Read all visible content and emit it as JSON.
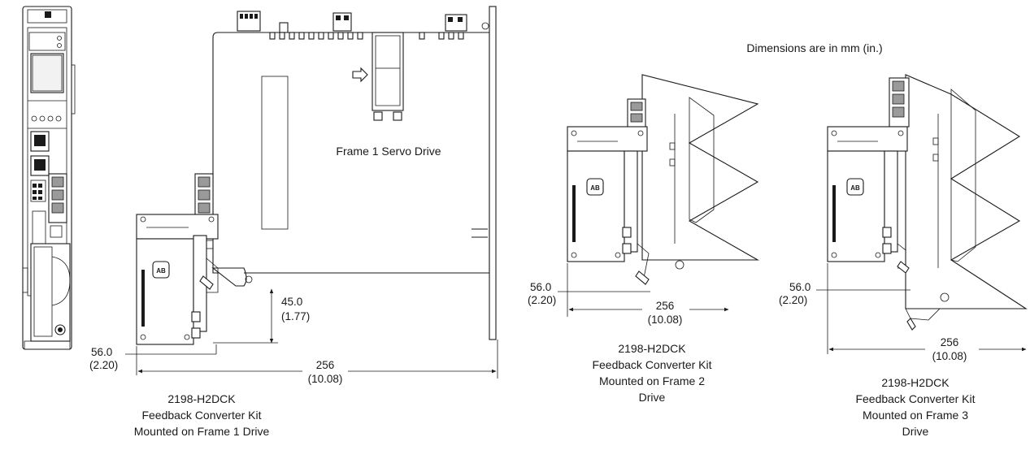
{
  "note": "Dimensions are in mm (in.)",
  "frame1": {
    "drive_label": "Frame 1 Servo Drive",
    "depth_mm": "45.0",
    "depth_in": "(1.77)",
    "offset_mm": "56.0",
    "offset_in": "(2.20)",
    "width_mm": "256",
    "width_in": "(10.08)",
    "caption": [
      "2198-H2DCK",
      "Feedback Converter Kit",
      "Mounted on Frame 1 Drive"
    ]
  },
  "frame2": {
    "offset_mm": "56.0",
    "offset_in": "(2.20)",
    "width_mm": "256",
    "width_in": "(10.08)",
    "caption": [
      "2198-H2DCK",
      "Feedback Converter Kit",
      "Mounted on Frame 2",
      "Drive"
    ]
  },
  "frame3": {
    "offset_mm": "56.0",
    "offset_in": "(2.20)",
    "width_mm": "256",
    "width_in": "(10.08)",
    "caption": [
      "2198-H2DCK",
      "Feedback Converter Kit",
      "Mounted on Frame 3",
      "Drive"
    ]
  },
  "logo_text": "AB"
}
